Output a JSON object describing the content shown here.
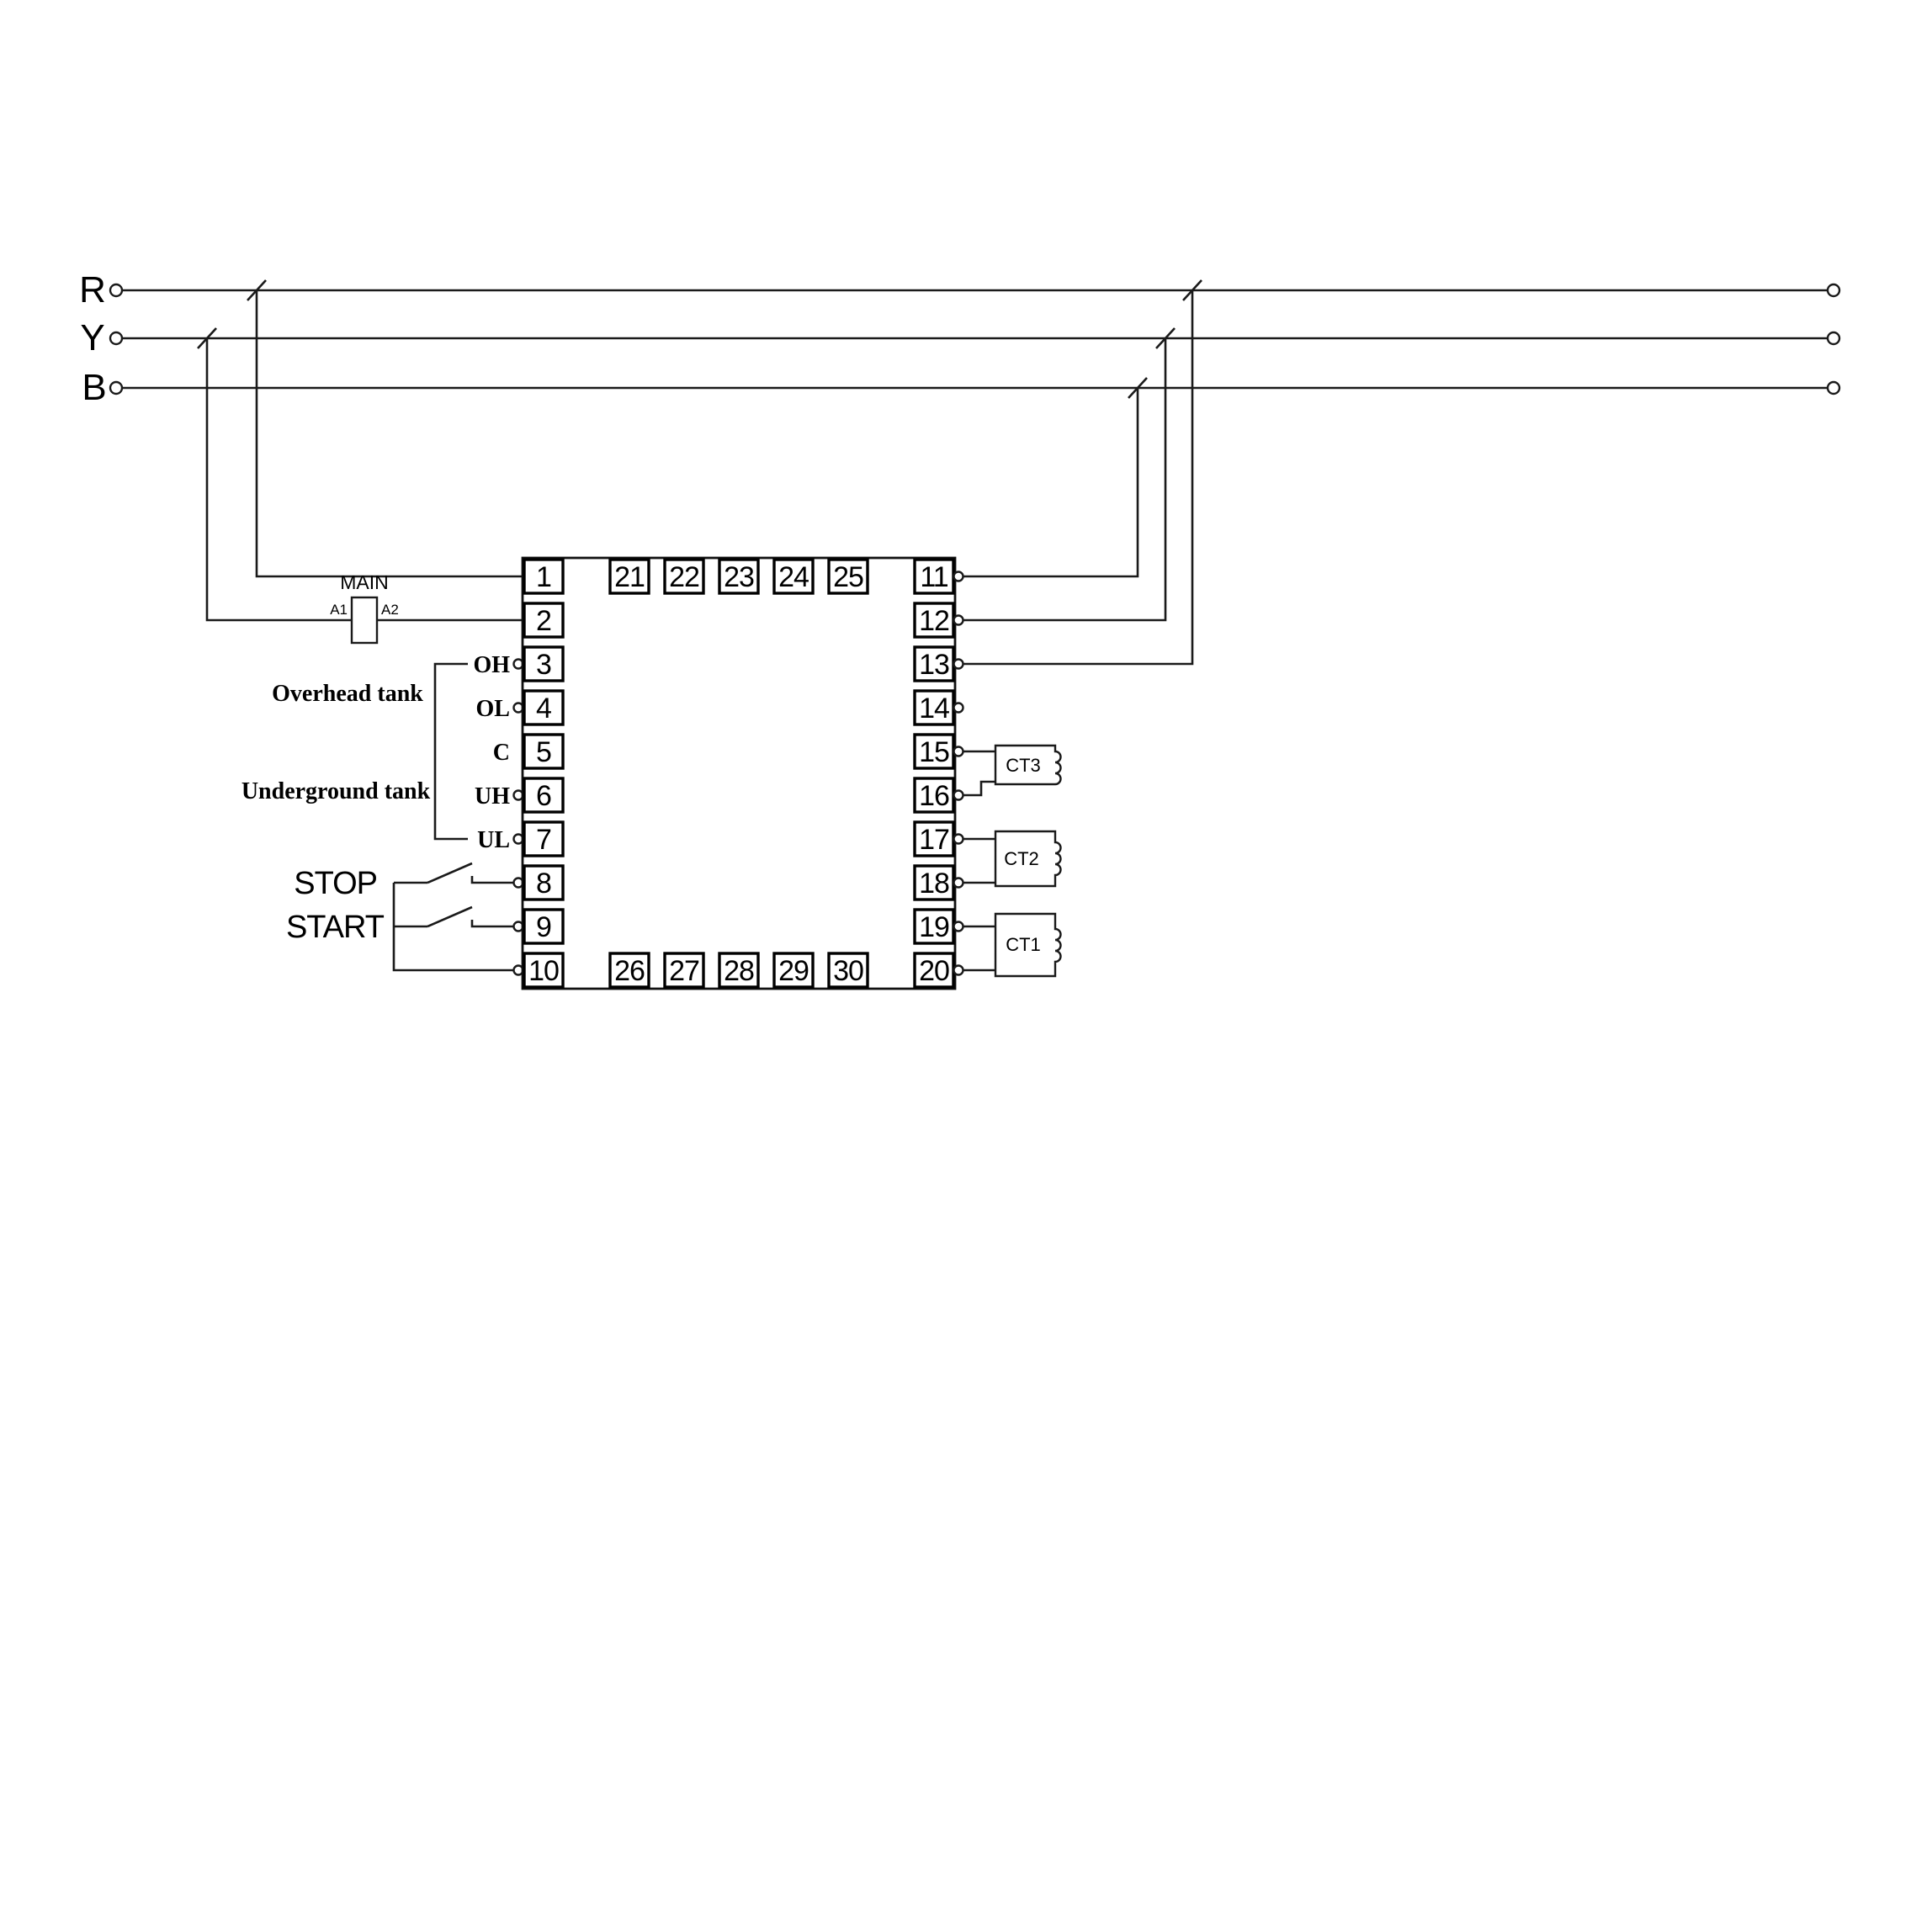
{
  "phases": {
    "r": "R",
    "y": "Y",
    "b": "B"
  },
  "contactor": {
    "label": "MAIN",
    "a1": "A1",
    "a2": "A2"
  },
  "tanks": {
    "overhead_label": "Overhead tank",
    "underground_label": "Underground tank",
    "inputs": {
      "oh": "OH",
      "ol": "OL",
      "c": "C",
      "uh": "UH",
      "ul": "UL"
    }
  },
  "buttons": {
    "stop": "STOP",
    "start": "START"
  },
  "current_transformers": {
    "ct1": "CT1",
    "ct2": "CT2",
    "ct3": "CT3"
  },
  "terminals": {
    "left": [
      "1",
      "2",
      "3",
      "4",
      "5",
      "6",
      "7",
      "8",
      "9",
      "10"
    ],
    "right": [
      "11",
      "12",
      "13",
      "14",
      "15",
      "16",
      "17",
      "18",
      "19",
      "20"
    ],
    "top": [
      "21",
      "22",
      "23",
      "24",
      "25"
    ],
    "bottom": [
      "26",
      "27",
      "28",
      "29",
      "30"
    ]
  },
  "colors": {
    "wire": "#1a1a1a",
    "background": "#ffffff"
  }
}
